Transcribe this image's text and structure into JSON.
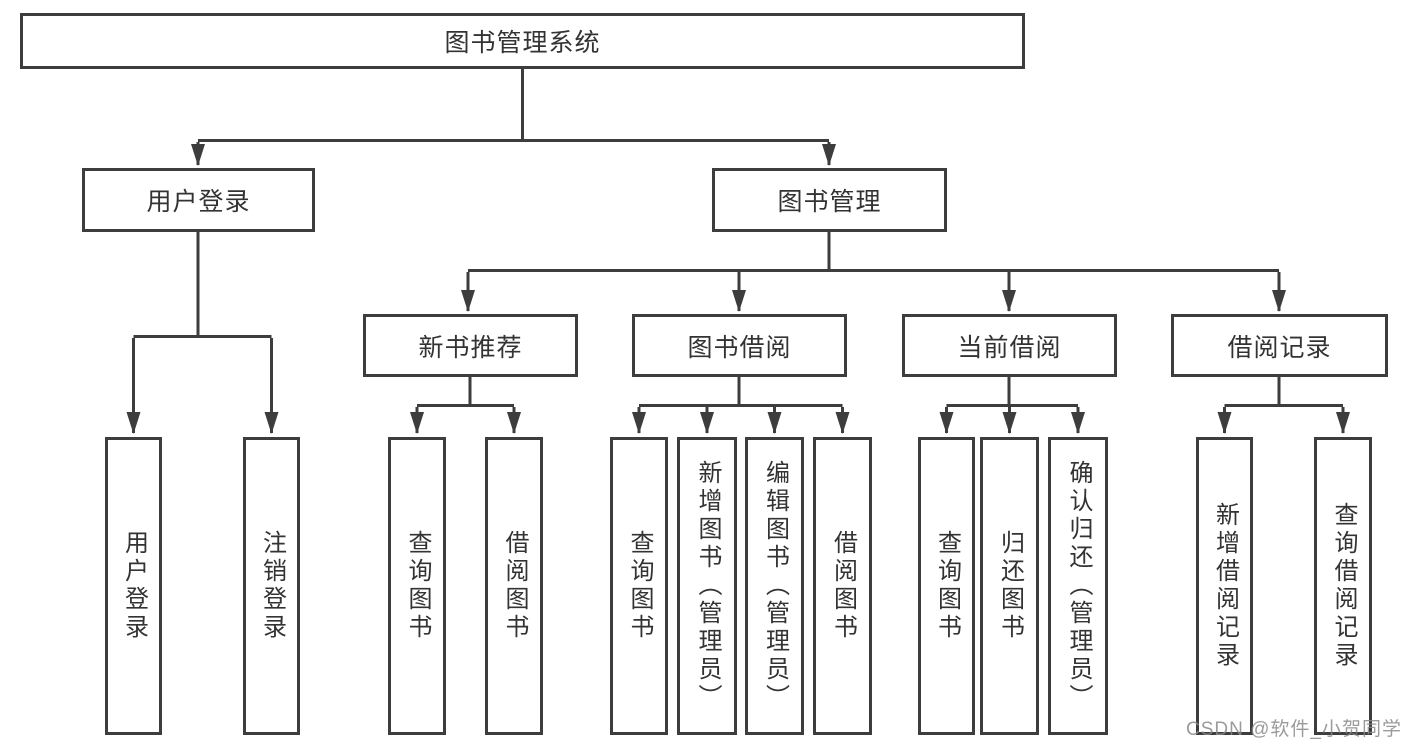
{
  "nodes": {
    "root": "图书管理系统",
    "user_login": "用户登录",
    "book_management": "图书管理",
    "new_book": "新书推荐",
    "book_borrow": "图书借阅",
    "current_borrow": "当前借阅",
    "borrow_record": "借阅记录",
    "ul_user_login": "用户登录",
    "ul_logout": "注销登录",
    "nb_query_book": "查询图书",
    "nb_borrow_book": "借阅图书",
    "bb_query_book": "查询图书",
    "bb_add_book": "新增图书（管理员）",
    "bb_edit_book": "编辑图书（管理员）",
    "bb_borrow_book": "借阅图书",
    "cb_query_book": "查询图书",
    "cb_return_book": "归还图书",
    "cb_confirm_return": "确认归还（管理员）",
    "br_add_record": "新增借阅记录",
    "br_query_record": "查询借阅记录"
  },
  "watermark": "CSDN @软件_小贺同学",
  "colors": {
    "line": "#3d3d3d",
    "text": "#333333",
    "watermark": "#8a8a8a",
    "background": "#ffffff"
  }
}
